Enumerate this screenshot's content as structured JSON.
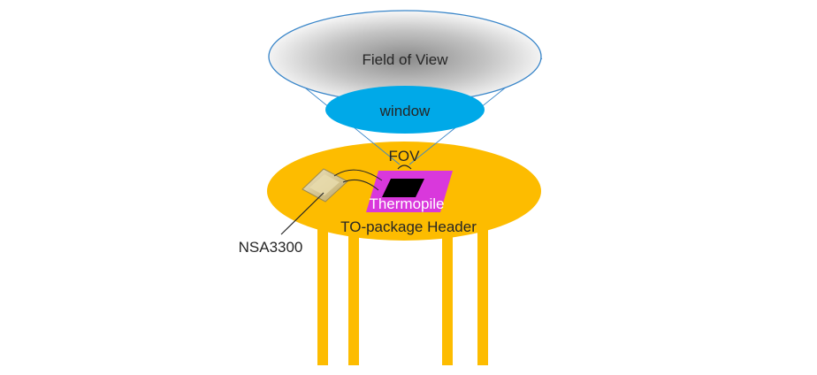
{
  "labels": {
    "field_of_view": "Field of View",
    "window": "window",
    "fov": "FOV",
    "thermopile": "Thermopile",
    "header": "TO-package Header",
    "chip": "NSA3300"
  },
  "colors": {
    "header": "#FDBC00",
    "window": "#00A9E8",
    "thermopile": "#D938DC",
    "sensor": "#000000",
    "cone_outline": "#3A86C9",
    "chip_body": "#CDBD86",
    "text": "#262626",
    "thermopile_text": "#FFFFFF"
  }
}
